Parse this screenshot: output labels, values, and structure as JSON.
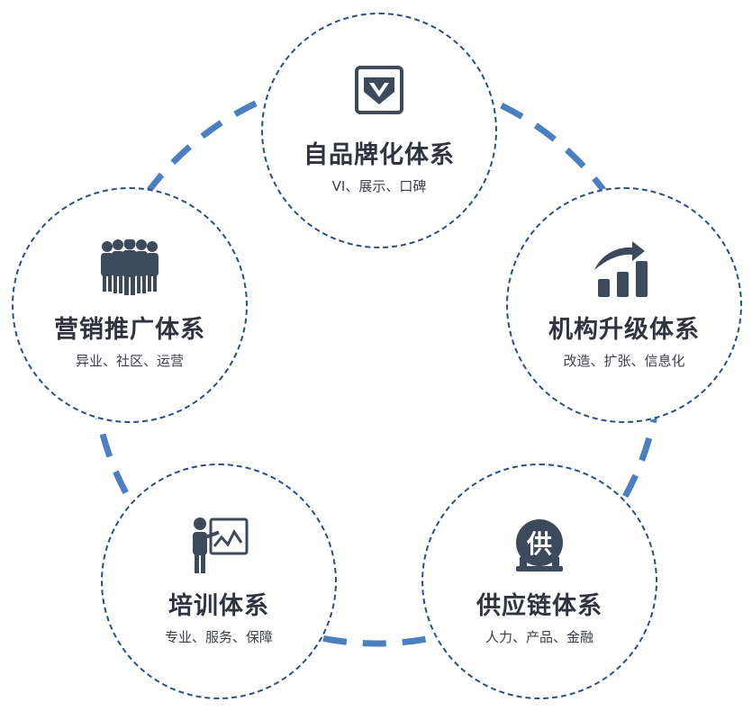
{
  "colors": {
    "ring_connector": "#4a7fc1",
    "node_border": "#2a4f86",
    "icon_fill": "#3d4a5c",
    "title_text": "#2f3440",
    "subtitle_text": "#3b3f47"
  },
  "nodes": [
    {
      "id": "brand",
      "title": "自品牌化体系",
      "subtitle": "VI、展示、口碑",
      "icon": "v-badge-icon"
    },
    {
      "id": "org",
      "title": "机构升级体系",
      "subtitle": "改造、扩张、信息化",
      "icon": "growth-chart-icon"
    },
    {
      "id": "supply",
      "title": "供应链体系",
      "subtitle": "人力、产品、金融",
      "icon": "supply-seal-icon",
      "icon_text": "供"
    },
    {
      "id": "train",
      "title": "培训体系",
      "subtitle": "专业、服务、保障",
      "icon": "presenter-board-icon"
    },
    {
      "id": "market",
      "title": "营销推广体系",
      "subtitle": "异业、社区、运营",
      "icon": "team-people-icon"
    }
  ]
}
